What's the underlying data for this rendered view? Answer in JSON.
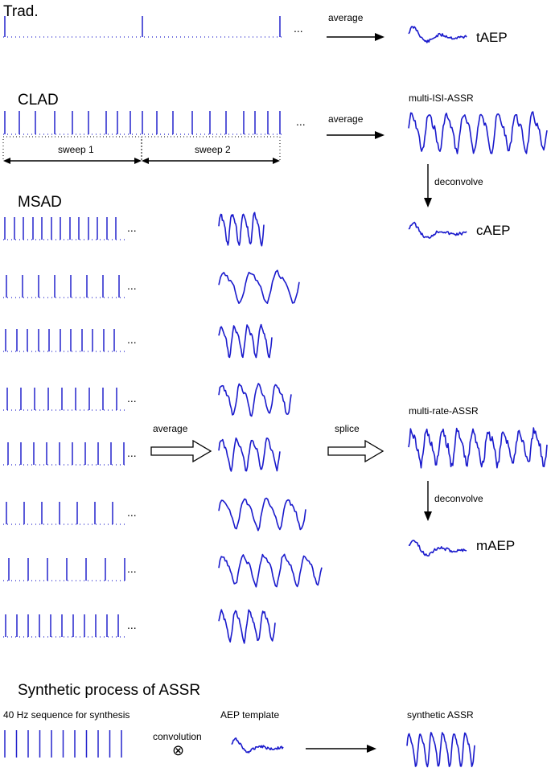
{
  "sections": {
    "trad": "Trad.",
    "clad": "CLAD",
    "msad": "MSAD",
    "synthetic": "Synthetic process of ASSR"
  },
  "labels": {
    "average": "average",
    "deconvolve": "deconvolve",
    "splice": "splice",
    "sweep1": "sweep 1",
    "sweep2": "sweep 2",
    "ellipsis": "...",
    "convolution": "convolution",
    "convolution_symbol": "⊗",
    "sequence_40hz": "40 Hz sequence for synthesis",
    "aep_template": "AEP template"
  },
  "outputs": {
    "taep": "tAEP",
    "multi_isi_assr": "multi-ISI-ASSR",
    "caep": "cAEP",
    "multi_rate_assr": "multi-rate-ASSR",
    "maep": "mAEP",
    "synthetic_assr": "synthetic ASSR"
  },
  "colors": {
    "signal": "#1a1acc",
    "arrows": "#000000"
  }
}
